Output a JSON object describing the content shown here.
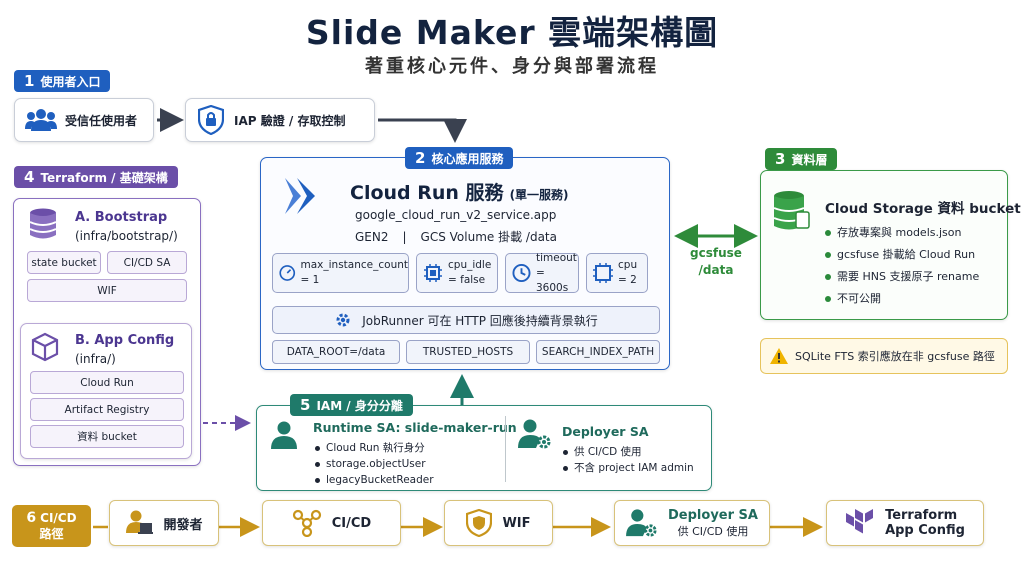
{
  "title": "Slide Maker 雲端架構圖",
  "subtitle": "著重核心元件、身分與部署流程",
  "s1": {
    "num": "1",
    "label": "使用者入口",
    "user": "受信任使用者",
    "iap": "IAP 驗證 / 存取控制"
  },
  "s2": {
    "num": "2",
    "label": "核心應用服務",
    "name": "Cloud Run 服務",
    "note": "(單一服務)",
    "resource": "google_cloud_run_v2_service.app",
    "gen": "GEN2",
    "sep": "|",
    "volume": "GCS Volume 掛載 /data",
    "stats": [
      {
        "k": "max_instance_count",
        "v": "= 1"
      },
      {
        "k": "cpu_idle",
        "v": "= false"
      },
      {
        "k": "timeout",
        "v": "= 3600s"
      },
      {
        "k": "cpu",
        "v": "= 2"
      }
    ],
    "job": "JobRunner 可在 HTTP 回應後持續背景執行",
    "env": [
      "DATA_ROOT=/data",
      "TRUSTED_HOSTS",
      "SEARCH_INDEX_PATH"
    ]
  },
  "s3": {
    "num": "3",
    "label": "資料層",
    "name": "Cloud Storage 資料 bucket",
    "items": [
      "存放專案與 models.json",
      "gcsfuse 掛載給 Cloud Run",
      "需要 HNS 支援原子 rename",
      "不可公開"
    ],
    "warning": "SQLite FTS 索引應放在非 gcsfuse 路徑"
  },
  "mount": {
    "line1": "gcsfuse",
    "line2": "/data"
  },
  "s4": {
    "num": "4",
    "label": "Terraform / 基礎架構",
    "a": {
      "title": "A. Bootstrap",
      "path": "(infra/bootstrap/)",
      "chips": [
        "state bucket",
        "CI/CD SA",
        "WIF"
      ]
    },
    "b": {
      "title": "B. App Config",
      "path": "(infra/)",
      "chips": [
        "Cloud Run",
        "Artifact Registry",
        "資料 bucket"
      ]
    }
  },
  "s5": {
    "num": "5",
    "label": "IAM / 身分分離",
    "runtime": {
      "title": "Runtime SA: slide-maker-run",
      "items": [
        "Cloud Run 執行身分",
        "storage.objectUser",
        "legacyBucketReader"
      ]
    },
    "deployer": {
      "title": "Deployer SA",
      "items": [
        "供 CI/CD 使用",
        "不含 project IAM admin"
      ]
    }
  },
  "s6": {
    "num": "6",
    "line1": "CI/CD",
    "line2": "路徑",
    "steps": [
      {
        "label": "開發者"
      },
      {
        "label": "CI/CD"
      },
      {
        "label": "WIF"
      },
      {
        "label": "Deployer SA",
        "sub": "供 CI/CD 使用"
      },
      {
        "label": "Terraform",
        "sub": "App Config"
      }
    ]
  },
  "colors": {
    "blue": "#1f5fbf",
    "green": "#2e8b3a",
    "purple": "#6b4fa8",
    "teal": "#1f7a6a",
    "gold": "#c8951b",
    "navy": "#13233f"
  }
}
